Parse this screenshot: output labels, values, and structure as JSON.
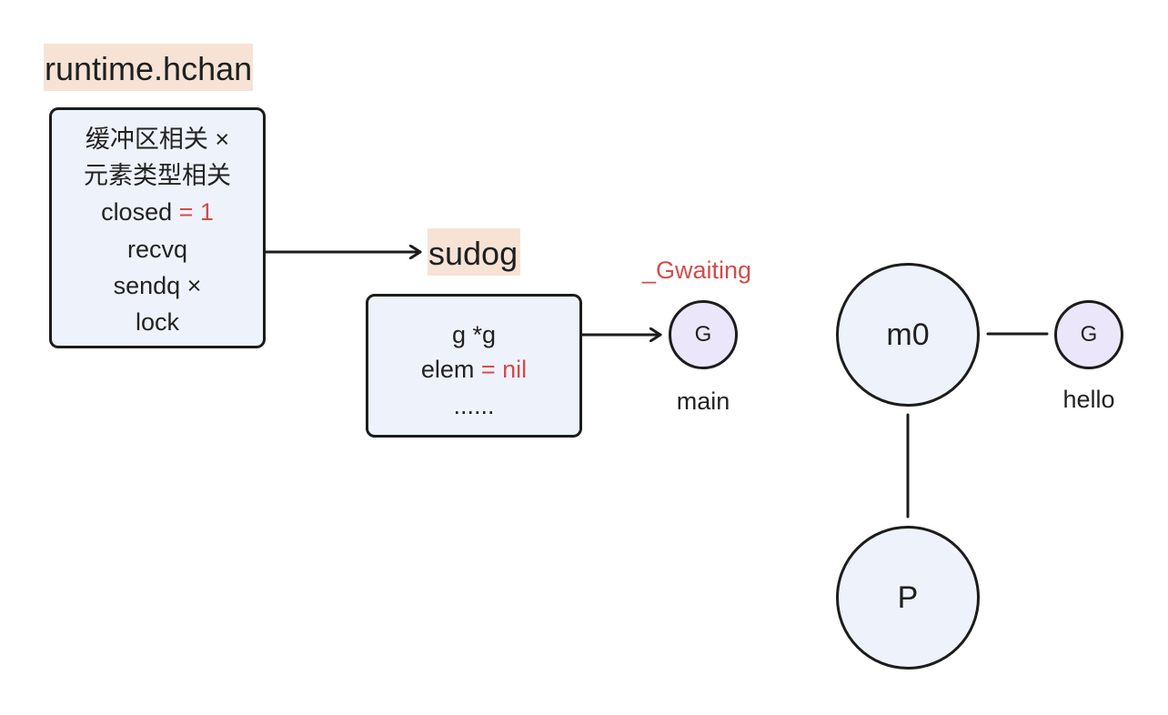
{
  "hchan": {
    "title": "runtime.hchan",
    "fields": [
      {
        "text": "缓冲区相关 ×",
        "highlight": ""
      },
      {
        "text": "元素类型相关",
        "highlight": ""
      },
      {
        "text": "closed ",
        "highlight": "= 1"
      },
      {
        "text": "recvq",
        "highlight": ""
      },
      {
        "text": "sendq ×",
        "highlight": ""
      },
      {
        "text": "lock",
        "highlight": ""
      }
    ]
  },
  "sudog": {
    "title": "sudog",
    "fields": [
      {
        "text": "g *g",
        "highlight": ""
      },
      {
        "text": "elem ",
        "highlight": "= nil"
      },
      {
        "text": "......",
        "highlight": ""
      }
    ]
  },
  "main_goroutine": {
    "node_label": "G",
    "caption": "main",
    "status": "_Gwaiting"
  },
  "m0": {
    "node_label": "m0"
  },
  "hello_goroutine": {
    "node_label": "G",
    "caption": "hello"
  },
  "processor": {
    "node_label": "P"
  },
  "colors": {
    "box_fill": "#eef3fb",
    "goroutine_fill": "#ece6fb",
    "title_highlight": "#f6e3d6",
    "accent_red": "#d14c4c",
    "stroke": "#1c1c1c"
  }
}
